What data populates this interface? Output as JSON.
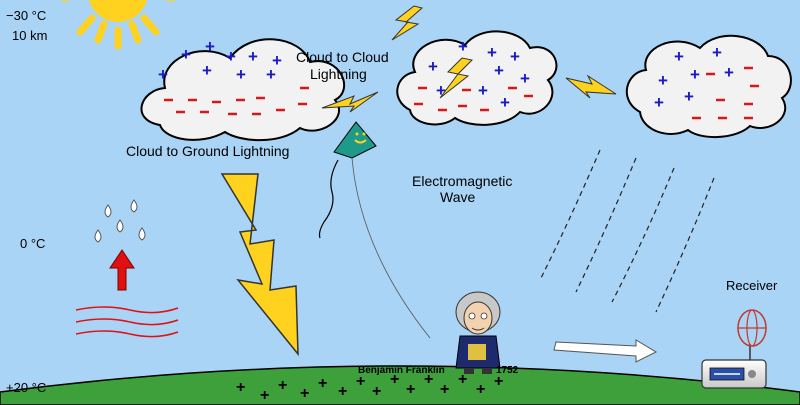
{
  "colors": {
    "sky": "#a9d4f5",
    "ground": "#3da03a",
    "sun": "#ffd21f",
    "lightning": "#ffd21f",
    "positive_charge": "#1a1ac8",
    "negative_charge": "#d81818",
    "cold_temp": "#1a1ac8",
    "warm_temp": "#d81818",
    "heat_arrow": "#e01010",
    "kite": "#1f9a8a",
    "cloud_fill": "#f2f2f2"
  },
  "labels": {
    "temp_top": "−30 °C",
    "altitude_top": "10 km",
    "temp_mid": "0 °C",
    "temp_bottom": "+20 °C",
    "cloud_to_cloud_line1": "Cloud to Cloud",
    "cloud_to_cloud_line2": "Lightning",
    "cloud_to_ground": "Cloud to Ground Lightning",
    "em_wave_line1": "Electromagnetic",
    "em_wave_line2": "Wave",
    "receiver": "Receiver",
    "person_name": "Benjamin Franklin",
    "year": "1752"
  },
  "icons": [
    "sun-icon",
    "lightning-bolt-icon",
    "kite-icon",
    "receiver-radio-icon",
    "antenna-icon",
    "raindrop-icon",
    "up-arrow-icon"
  ]
}
